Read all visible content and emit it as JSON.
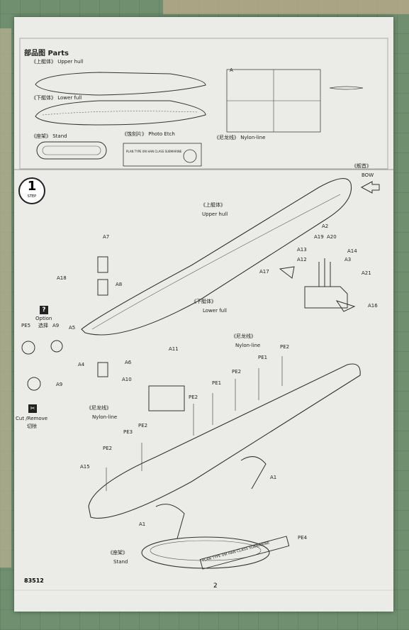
{
  "header": {
    "parts_title": "部品图 Parts"
  },
  "parts": {
    "upper_hull": "《上艇体》 Upper hull",
    "lower_hull": "《下艇体》 Lower full",
    "stand": "《座架》 Stand",
    "photo_etch": "《蚀刻片》 Photo Etch",
    "nylon_line": "《尼龙线》 Nylon-line",
    "sprue_label": "A",
    "etch_text": "PLAN TYPE 09I HAN CLASS SUBMARINE"
  },
  "step": {
    "number": "1",
    "word": "STEP"
  },
  "labels": {
    "upper_hull_cn": "《上艇体》",
    "upper_hull_en": "Upper hull",
    "lower_hull_cn": "《下艇体》",
    "lower_hull_en": "Lower full",
    "bow_cn": "《舰首》",
    "bow_en": "BOW",
    "nylon_cn_1": "《尼龙线》",
    "nylon_en_1": "Nylon-line",
    "nylon_cn_2": "《尼龙线》",
    "nylon_en_2": "Nylon-line",
    "stand_cn": "《座架》",
    "stand_en": "Stand",
    "option_icon": "?",
    "option_en": "Option",
    "option_cn": "选择",
    "cut_en": "Cut /Remove",
    "cut_cn": "切除",
    "cut_icon": "✂",
    "part_a1a": "A1",
    "part_a1b": "A1",
    "part_a2": "A2",
    "part_a3": "A3",
    "part_a4": "A4",
    "part_a5": "A5",
    "part_a6": "A6",
    "part_a7": "A7",
    "part_a8": "A8",
    "part_a9a": "A9",
    "part_a9b": "A9",
    "part_a10": "A10",
    "part_a11": "A11",
    "part_a12": "A12",
    "part_a13": "A13",
    "part_a14": "A14",
    "part_a15": "A15",
    "part_a16": "A16",
    "part_a17": "A17",
    "part_a18": "A18",
    "part_a19": "A19",
    "part_a20": "A20",
    "part_a21": "A21",
    "pe1a": "PE1",
    "pe1b": "PE1",
    "pe2a": "PE2",
    "pe2b": "PE2",
    "pe2c": "PE2",
    "pe2d": "PE2",
    "pe2e": "PE2",
    "pe3": "PE3",
    "pe4": "PE4",
    "pe5": "PE5",
    "plate_text": "PLAN TYPE 09I HAN CLASS SUBMARINE"
  },
  "footer": {
    "code": "83512",
    "page": "2"
  }
}
